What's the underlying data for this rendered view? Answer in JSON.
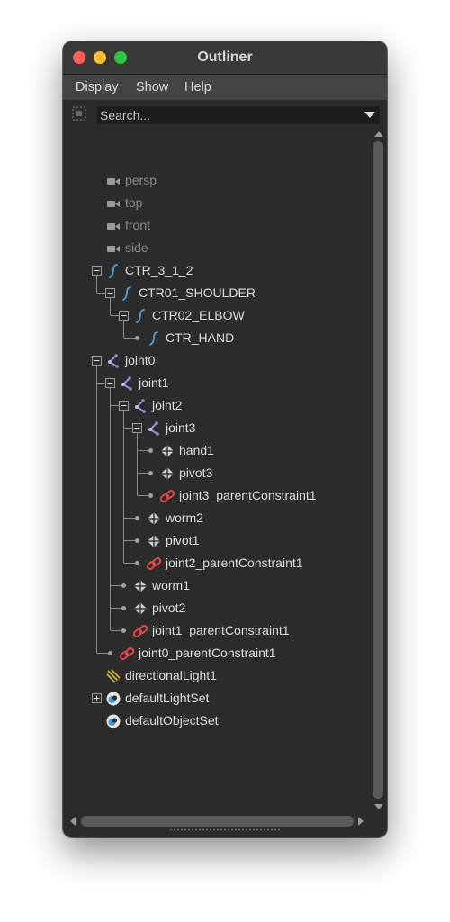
{
  "window": {
    "title": "Outliner"
  },
  "menubar": {
    "items": [
      "Display",
      "Show",
      "Help"
    ]
  },
  "search": {
    "placeholder": "Search..."
  },
  "tree": [
    {
      "label": "persp",
      "icon": "camera-icon",
      "depth": 0,
      "expander": "none",
      "dim": true
    },
    {
      "label": "top",
      "icon": "camera-icon",
      "depth": 0,
      "expander": "none",
      "dim": true
    },
    {
      "label": "front",
      "icon": "camera-icon",
      "depth": 0,
      "expander": "none",
      "dim": true
    },
    {
      "label": "side",
      "icon": "camera-icon",
      "depth": 0,
      "expander": "none",
      "dim": true
    },
    {
      "label": "CTR_3_1_2",
      "icon": "curve-icon",
      "depth": 0,
      "expander": "minus",
      "dim": false
    },
    {
      "label": "CTR01_SHOULDER",
      "icon": "curve-icon",
      "depth": 1,
      "expander": "minus",
      "dim": false
    },
    {
      "label": "CTR02_ELBOW",
      "icon": "curve-icon",
      "depth": 2,
      "expander": "minus",
      "dim": false
    },
    {
      "label": "CTR_HAND",
      "icon": "curve-icon",
      "depth": 3,
      "expander": "dot",
      "dim": false
    },
    {
      "label": "joint0",
      "icon": "joint-icon",
      "depth": 0,
      "expander": "minus",
      "dim": false
    },
    {
      "label": "joint1",
      "icon": "joint-icon",
      "depth": 1,
      "expander": "minus",
      "dim": false
    },
    {
      "label": "joint2",
      "icon": "joint-icon",
      "depth": 2,
      "expander": "minus",
      "dim": false
    },
    {
      "label": "joint3",
      "icon": "joint-icon",
      "depth": 3,
      "expander": "minus",
      "dim": false
    },
    {
      "label": "hand1",
      "icon": "locator-icon",
      "depth": 4,
      "expander": "dot",
      "dim": false
    },
    {
      "label": "pivot3",
      "icon": "locator-icon",
      "depth": 4,
      "expander": "dot",
      "dim": false
    },
    {
      "label": "joint3_parentConstraint1",
      "icon": "constraint-icon",
      "depth": 4,
      "expander": "dot",
      "dim": false
    },
    {
      "label": "worm2",
      "icon": "locator-icon",
      "depth": 3,
      "expander": "dot",
      "dim": false
    },
    {
      "label": "pivot1",
      "icon": "locator-icon",
      "depth": 3,
      "expander": "dot",
      "dim": false
    },
    {
      "label": "joint2_parentConstraint1",
      "icon": "constraint-icon",
      "depth": 3,
      "expander": "dot",
      "dim": false
    },
    {
      "label": "worm1",
      "icon": "locator-icon",
      "depth": 2,
      "expander": "dot",
      "dim": false
    },
    {
      "label": "pivot2",
      "icon": "locator-icon",
      "depth": 2,
      "expander": "dot",
      "dim": false
    },
    {
      "label": "joint1_parentConstraint1",
      "icon": "constraint-icon",
      "depth": 2,
      "expander": "dot",
      "dim": false
    },
    {
      "label": "joint0_parentConstraint1",
      "icon": "constraint-icon",
      "depth": 1,
      "expander": "dot",
      "dim": false
    },
    {
      "label": "directionalLight1",
      "icon": "light-icon",
      "depth": 0,
      "expander": "none",
      "dim": false
    },
    {
      "label": "defaultLightSet",
      "icon": "set-icon",
      "depth": 0,
      "expander": "plus",
      "dim": false
    },
    {
      "label": "defaultObjectSet",
      "icon": "set-icon",
      "depth": 0,
      "expander": "none",
      "dim": false
    }
  ],
  "colors": {
    "panel": "#2b2b2b",
    "menubar": "#444444",
    "text": "#dedede",
    "dim_text": "#8a8a8a",
    "curve": "#4aa3df",
    "joint": "#9b8ad6",
    "constraint": "#e04848",
    "light": "#e0c020"
  }
}
